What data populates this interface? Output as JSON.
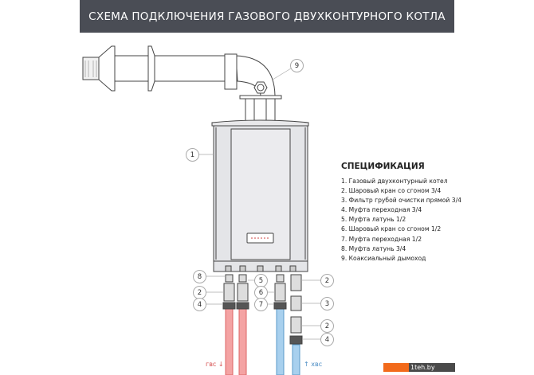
{
  "header": {
    "title": "СХЕМА ПОДКЛЮЧЕНИЯ ГАЗОВОГО ДВУХКОНТУРНОГО КОТЛА"
  },
  "spec": {
    "title": "СПЕЦИФИКАЦИЯ",
    "items": [
      "1. Газовый двухконтурный котел",
      "2. Шаровый кран со сгоном 3/4",
      "3. Фильтр грубой очистки прямой 3/4",
      "4. Муфта переходная 3/4",
      "5. Муфта латунь 1/2",
      "6. Шаровый кран со сгоном 1/2",
      "7. Муфта переходная 1/2",
      "8. Муфта латунь 3/4",
      "9. Коаксиальный дымоход"
    ]
  },
  "callouts": [
    "1",
    "9",
    "8",
    "2",
    "4",
    "5",
    "6",
    "7",
    "2",
    "3",
    "2",
    "4"
  ],
  "flows": {
    "hot": "гвс",
    "cold": "хвс"
  },
  "colors": {
    "hot": "#f4a3a3",
    "cold": "#a8d0ee",
    "header": "#4a4d55"
  },
  "watermark": "1teh.by"
}
